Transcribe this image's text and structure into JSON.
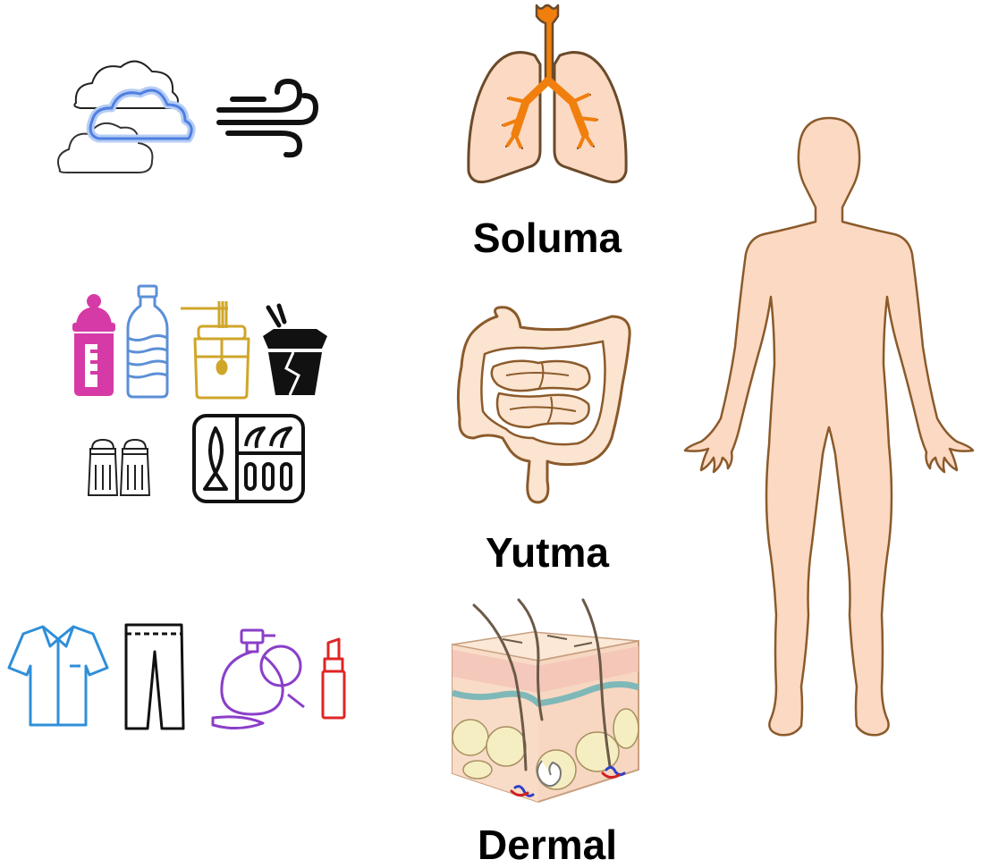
{
  "labels": {
    "inhalation": "Soluma",
    "ingestion": "Yutma",
    "dermal": "Dermal"
  },
  "icons": {
    "air": [
      "cloud-icon",
      "cloud-icon",
      "cloud-icon",
      "wind-icon"
    ],
    "food": [
      "baby-bottle-icon",
      "water-bottle-icon",
      "honey-jar-icon",
      "takeout-box-icon",
      "salt-pepper-shakers-icon",
      "food-tray-icon"
    ],
    "contact": [
      "shirt-icon",
      "pants-icon",
      "perfume-bottle-icon",
      "lipstick-icon"
    ],
    "organs": [
      "lungs-icon",
      "intestines-icon",
      "skin-layers-icon"
    ],
    "body": "human-body-icon"
  },
  "colors": {
    "skin": "#fbd9c2",
    "outline": "#8b5a2b",
    "airway": "#f07f0d",
    "baby_bottle": "#d63aa6",
    "water_bottle": "#5b8fd6",
    "honey_jar": "#cfa62a",
    "shirt": "#2f8fd8",
    "perfume": "#8a3fc9",
    "lipstick": "#e02424",
    "cloud_glow": "#5b8fe8"
  }
}
